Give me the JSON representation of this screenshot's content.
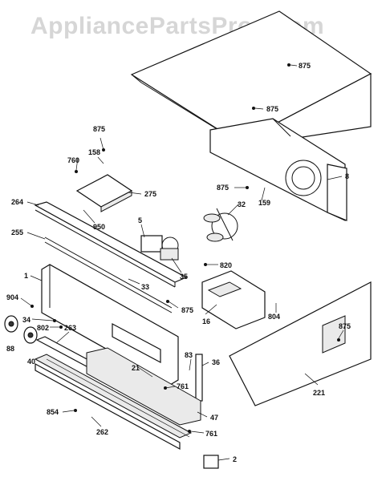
{
  "watermark": "AppliancePartsPros.com",
  "labels": {
    "p875_top": "875",
    "p875_mid": "875",
    "p875_left": "875",
    "p875_side": "875",
    "p875_front": "875",
    "p875_right": "875",
    "p158": "158",
    "p760": "760",
    "p275": "275",
    "p264": "264",
    "p950": "950",
    "p255": "255",
    "p5": "5",
    "p32": "32",
    "p159": "159",
    "p8": "8",
    "p820": "820",
    "p35": "35",
    "p1": "1",
    "p33": "33",
    "p904": "904",
    "p34": "34",
    "p802": "802",
    "p263": "263",
    "p88": "88",
    "p40": "40",
    "p16": "16",
    "p804": "804",
    "p83": "83",
    "p21": "21",
    "p761a": "761",
    "p761b": "761",
    "p36": "36",
    "p221": "221",
    "p854": "854",
    "p262": "262",
    "p47": "47",
    "p2": "2"
  }
}
